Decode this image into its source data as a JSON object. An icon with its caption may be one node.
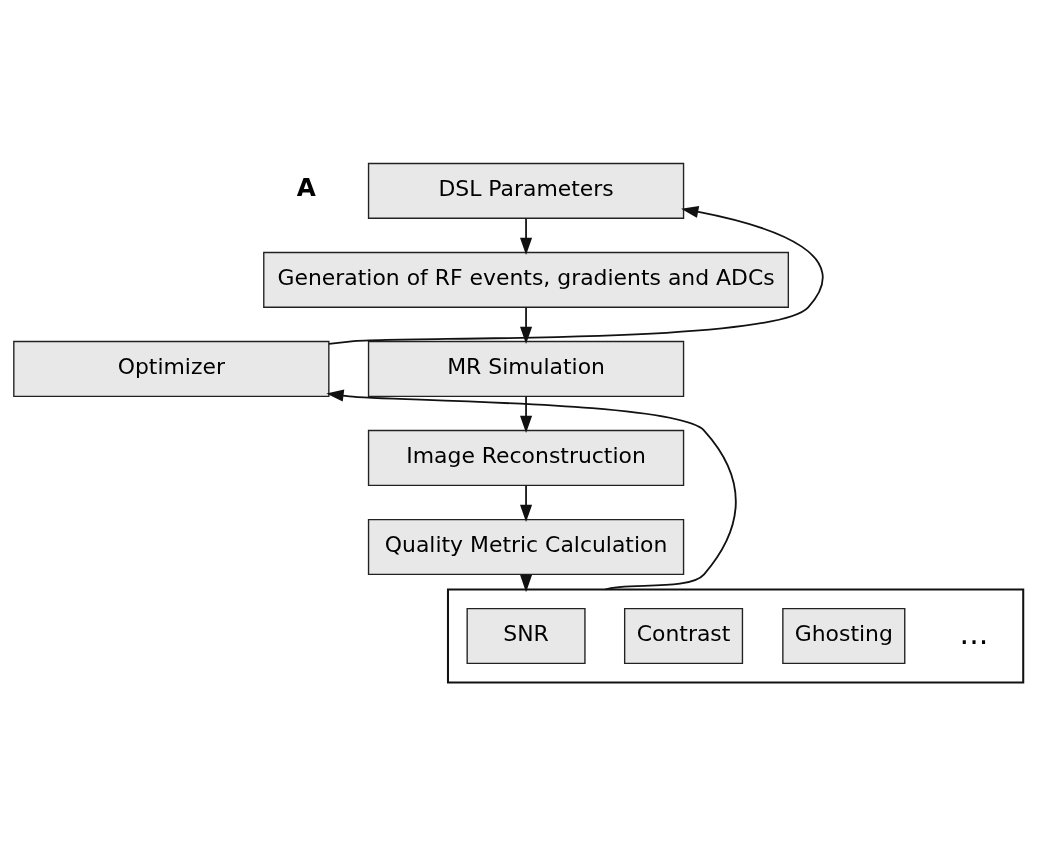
{
  "diagram": {
    "nodes": [
      {
        "text": [
          "DSL Parameters"
        ]
      },
      {
        "text": [
          "Generation of RF events, gradients and ADCs"
        ]
      },
      {
        "text": [
          "MR Simulation"
        ]
      },
      {
        "text": [
          "Image Reconstruction"
        ]
      },
      {
        "text": [
          "Quality Metric Calculation"
        ]
      },
      {
        "text": [],
        "shape": "box"
      },
      {
        "text": [
          "SNR"
        ],
        "in": 5
      },
      {
        "text": [
          "Contrast"
        ],
        "in": 5
      },
      {
        "text": [
          "Ghosting"
        ],
        "in": 5
      },
      {
        "text": [
          "Optimizer"
        ]
      }
    ],
    "edges": [
      {
        "from": 0,
        "to": 1,
        "arrow": "to"
      },
      {
        "from": 1,
        "to": 2,
        "arrow": "to"
      },
      {
        "from": 2,
        "to": 3,
        "arrow": "to"
      },
      {
        "from": 3,
        "to": 4,
        "arrow": "to"
      },
      {
        "from": 4,
        "to": 5,
        "arrow": "to"
      },
      {
        "from": 5,
        "to": 9,
        "arrow": "to"
      },
      {
        "from": 9,
        "to": 0,
        "arrow": "to"
      }
    ],
    "labels": [
      "A",
      "..."
    ]
  }
}
